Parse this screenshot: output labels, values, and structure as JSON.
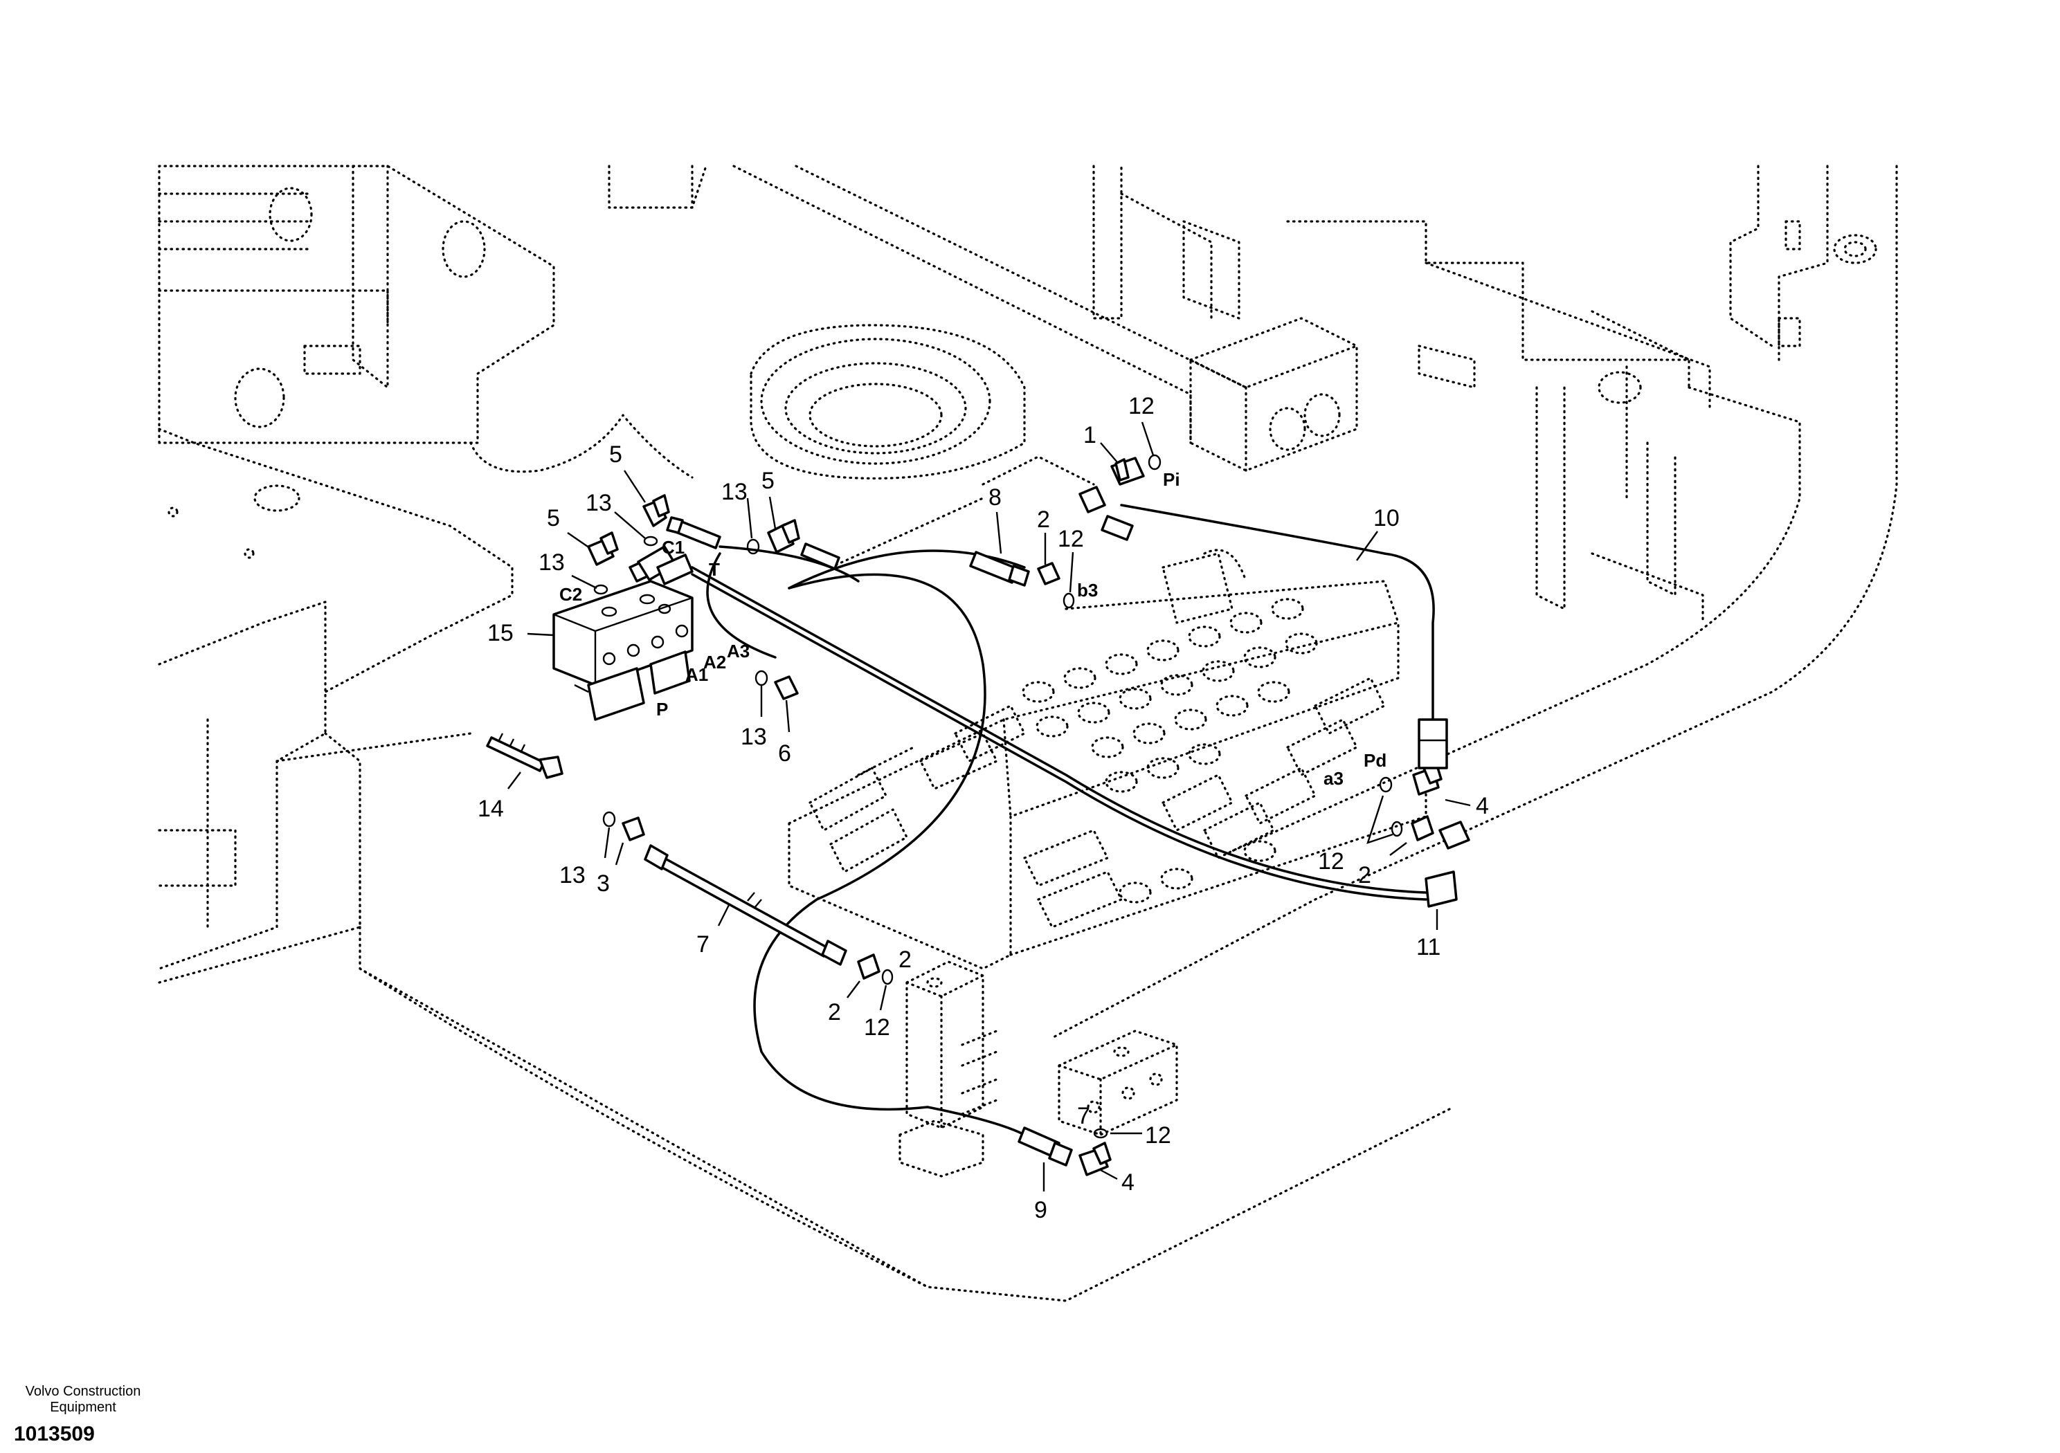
{
  "footer": {
    "company_line1": "Volvo Construction",
    "company_line2": "Equipment",
    "drawing_number": "1013509"
  },
  "callouts": [
    {
      "label": "1"
    },
    {
      "label": "12"
    },
    {
      "label": "5"
    },
    {
      "label": "13"
    },
    {
      "label": "5"
    },
    {
      "label": "5"
    },
    {
      "label": "13"
    },
    {
      "label": "13"
    },
    {
      "label": "8"
    },
    {
      "label": "2"
    },
    {
      "label": "12"
    },
    {
      "label": "10"
    },
    {
      "label": "15"
    },
    {
      "label": "13"
    },
    {
      "label": "6"
    },
    {
      "label": "14"
    },
    {
      "label": "4"
    },
    {
      "label": "12"
    },
    {
      "label": "2"
    },
    {
      "label": "11"
    },
    {
      "label": "13"
    },
    {
      "label": "3"
    },
    {
      "label": "7"
    },
    {
      "label": "2"
    },
    {
      "label": "2"
    },
    {
      "label": "12"
    },
    {
      "label": "12"
    },
    {
      "label": "7"
    },
    {
      "label": "9"
    },
    {
      "label": "4"
    }
  ],
  "ports": [
    {
      "label": "Pi"
    },
    {
      "label": "C1"
    },
    {
      "label": "C2"
    },
    {
      "label": "T"
    },
    {
      "label": "b3"
    },
    {
      "label": "A1"
    },
    {
      "label": "A2"
    },
    {
      "label": "A3"
    },
    {
      "label": "P"
    },
    {
      "label": "Pd"
    },
    {
      "label": "a3"
    }
  ]
}
